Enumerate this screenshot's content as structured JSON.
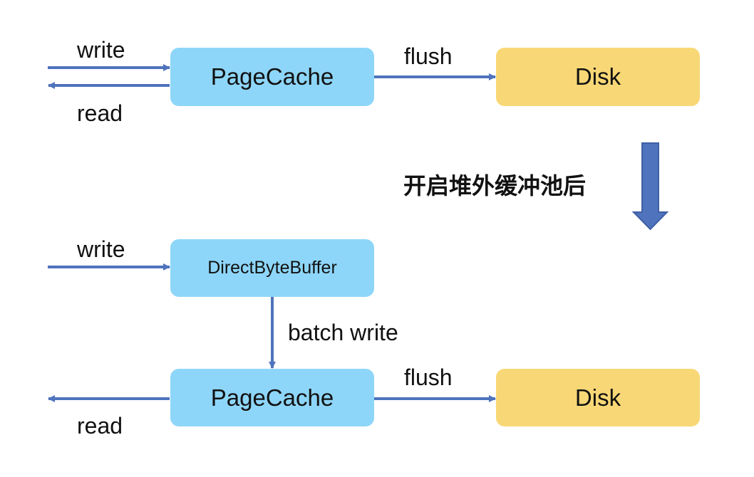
{
  "colors": {
    "cache_box": "#8ed6f9",
    "disk_box": "#f8d876",
    "arrow": "#4f73bd"
  },
  "top_flow": {
    "write_label": "write",
    "read_label": "read",
    "pagecache_label": "PageCache",
    "flush_label": "flush",
    "disk_label": "Disk"
  },
  "transition": {
    "caption": "开启堆外缓冲池后"
  },
  "bottom_flow": {
    "write_label": "write",
    "buffer_label": "DirectByteBuffer",
    "batch_write_label": "batch write",
    "pagecache_label": "PageCache",
    "flush_label": "flush",
    "disk_label": "Disk",
    "read_label": "read"
  }
}
